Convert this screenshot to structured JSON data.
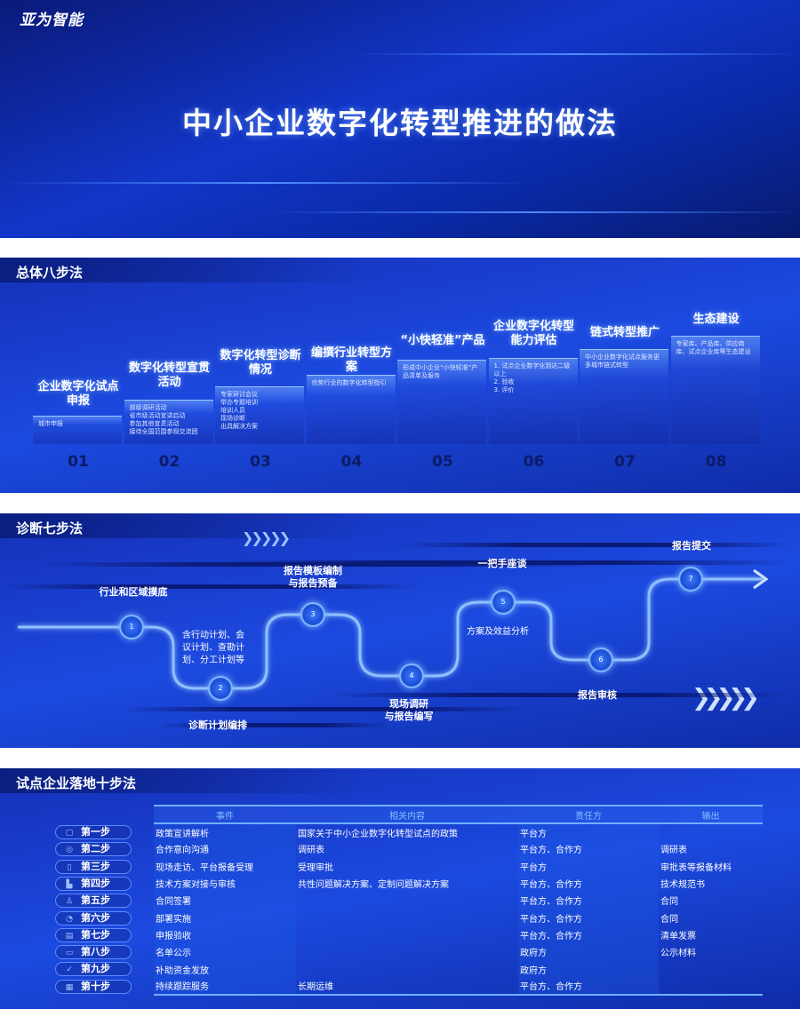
{
  "brand": {
    "logo_text": "亚为智能"
  },
  "title": "中小企业数字化转型推进的做法",
  "eight_steps": {
    "heading": "总体八步法",
    "steps": [
      {
        "num": "01",
        "title": "企业数字化试点申报",
        "desc": [
          "城市申报"
        ]
      },
      {
        "num": "02",
        "title": "数字化转型宣贯活动",
        "desc": [
          "部级调研活动",
          "省市级活动宣讲启动",
          "参加其他宣贯活动",
          "接待全国范围参观交流团"
        ]
      },
      {
        "num": "03",
        "title": "数字化转型诊断情况",
        "desc": [
          "专家研讨会议",
          "举办专题培训",
          "培训人员",
          "现场诊断",
          "出具解决方案"
        ]
      },
      {
        "num": "04",
        "title": "编撰行业转型方案",
        "desc": [
          "优势行业的数字化转型指引"
        ]
      },
      {
        "num": "05",
        "title": "“小快轻准”产品",
        "desc": [
          "形成中小企业“小快轻准”产品清单及服务"
        ]
      },
      {
        "num": "06",
        "title": "企业数字化转型能力评估",
        "desc": [
          "1. 试点企业数字化到达二级以上",
          "2. 验收",
          "3. 评价"
        ]
      },
      {
        "num": "07",
        "title": "链式转型推广",
        "desc": [
          "中小企业数字化试点服务更多城市链式转型"
        ]
      },
      {
        "num": "08",
        "title": "生态建设",
        "desc": [
          "专家库、产品库、供应商库、试点企业库等生态建设"
        ]
      }
    ]
  },
  "seven_steps": {
    "heading": "诊断七步法",
    "nodes": [
      "1",
      "2",
      "3",
      "4",
      "5",
      "6",
      "7"
    ],
    "labels": [
      "行业和区域摸底",
      "诊断计划编排",
      "报告模板编制\n与报告预备",
      "现场调研\n与报告编写",
      "一把手座谈",
      "报告审核",
      "报告提交"
    ],
    "notes": [
      "含行动计划、会\n议计划、查勘计\n划、分工计划等",
      "方案及效益分析"
    ]
  },
  "ten_steps": {
    "heading": "试点企业落地十步法",
    "columns": [
      "事件",
      "相关内容",
      "责任方",
      "输出"
    ],
    "rows": [
      {
        "step": "第一步",
        "icon": "document-icon",
        "event": "政策宣讲解析",
        "content": "国家关于中小企业数字化转型试点的政策",
        "party": "平台方",
        "output": ""
      },
      {
        "step": "第二步",
        "icon": "chat-icon",
        "event": "合作意向沟通",
        "content": "调研表",
        "party": "平台方、合作方",
        "output": "调研表"
      },
      {
        "step": "第三步",
        "icon": "clipboard-icon",
        "event": "现场走访、平台报备受理",
        "content": "受理审批",
        "party": "平台方",
        "output": "审批表等报备材料"
      },
      {
        "step": "第四步",
        "icon": "chart-icon",
        "event": "技术方案对接与审核",
        "content": "共性问题解决方案、定制问题解决方案",
        "party": "平台方、合作方",
        "output": "技术规范书"
      },
      {
        "step": "第五步",
        "icon": "user-icon",
        "event": "合同签署",
        "content": "",
        "party": "平台方、合作方",
        "output": "合同"
      },
      {
        "step": "第六步",
        "icon": "pie-icon",
        "event": "部署实施",
        "content": "",
        "party": "平台方、合作方",
        "output": "合同"
      },
      {
        "step": "第七步",
        "icon": "file-icon",
        "event": "申报验收",
        "content": "",
        "party": "平台方、合作方",
        "output": "清单发票"
      },
      {
        "step": "第八步",
        "icon": "folder-icon",
        "event": "名单公示",
        "content": "",
        "party": "政府方",
        "output": "公示材料"
      },
      {
        "step": "第九步",
        "icon": "check-circle-icon",
        "event": "补助资金发放",
        "content": "",
        "party": "政府方",
        "output": ""
      },
      {
        "step": "第十步",
        "icon": "calendar-icon",
        "event": "持续跟踪服务",
        "content": "长期运维",
        "party": "平台方、合作方",
        "output": ""
      }
    ]
  }
}
